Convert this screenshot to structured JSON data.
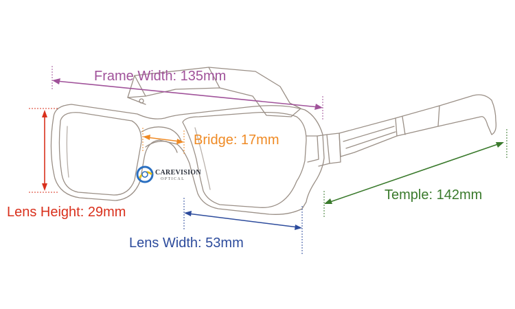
{
  "labels": {
    "frame_width": "Frame Width: 135mm",
    "bridge": "Bridge: 17mm",
    "lens_height": "Lens Height: 29mm",
    "lens_width": "Lens Width: 53mm",
    "temple": "Temple: 142mm"
  },
  "logo": {
    "brand": "CAREVISION",
    "sub": "OPTICAL"
  },
  "colors": {
    "frame_width": "#a0529a",
    "bridge": "#ef8a24",
    "lens_height": "#d9301c",
    "lens_width": "#2c4b9c",
    "temple": "#3a7a2c",
    "sketch": "#9a8f86",
    "logo_blue": "#2a6fc0",
    "logo_yellow": "#e8c21a"
  }
}
